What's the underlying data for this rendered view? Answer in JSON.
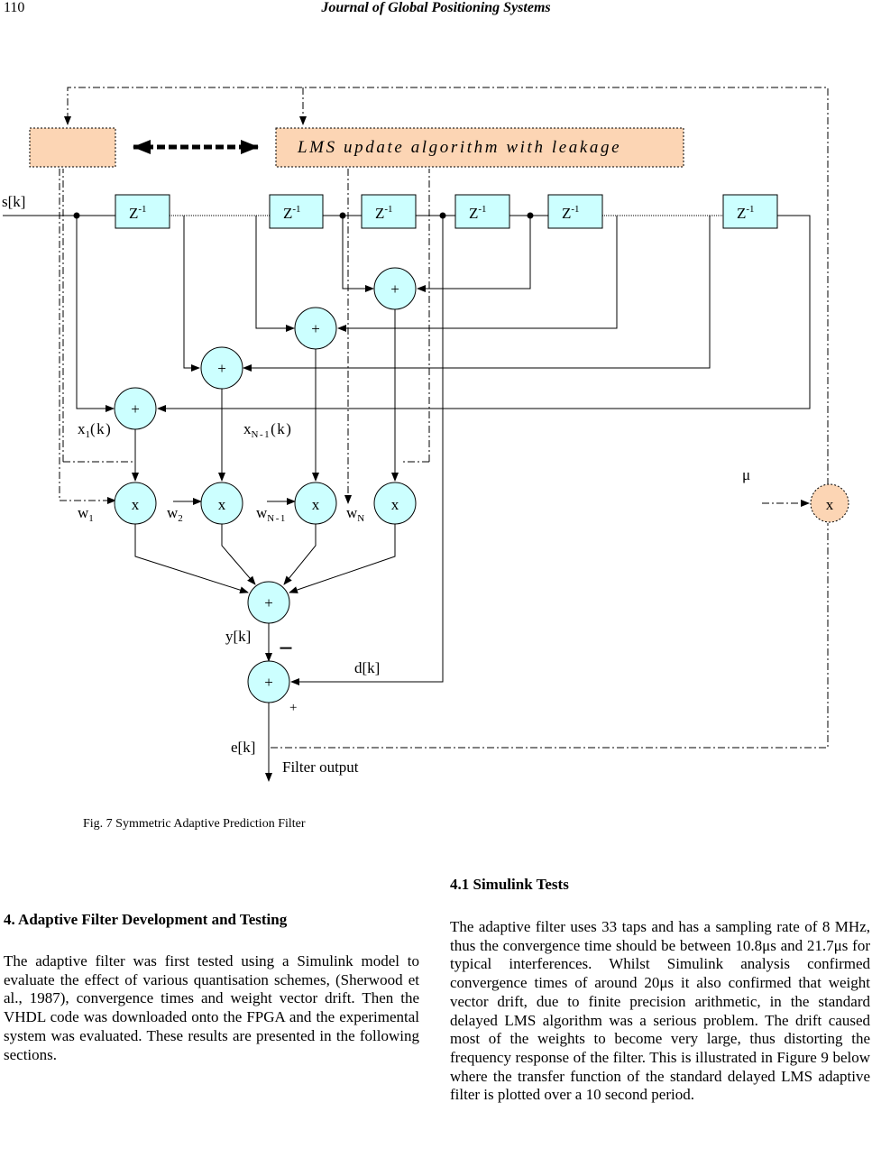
{
  "header": {
    "page_number": "110",
    "journal": "Journal of Global Positioning Systems"
  },
  "figure": {
    "lms_label": "LMS update algorithm with leakage",
    "delay": "Z",
    "delay_exp": "-1",
    "signal_in": "s[k]",
    "x1_base": "x",
    "x1_sub": "1",
    "x1_arg": "(k)",
    "xn1_base": "x",
    "xn1_sub": "N-1",
    "xn1_arg": "(k)",
    "w1_base": "w",
    "w1_sub": "1",
    "w2_base": "w",
    "w2_sub": "2",
    "wn1_base": "w",
    "wn1_sub": "N-1",
    "wn_base": "w",
    "wn_sub": "N",
    "mu": "μ",
    "plus": "+",
    "mult": "x",
    "minus": "−",
    "y": "y[k]",
    "d": "d[k]",
    "e": "e[k]",
    "filter_output": "Filter output",
    "colors": {
      "adder_fill": "#ccffff",
      "lms_fill": "#fcd5b4",
      "delay_fill": "#ccffff"
    }
  },
  "caption": "Fig. 7 Symmetric Adaptive Prediction Filter",
  "left": {
    "heading": "4. Adaptive Filter Development and Testing",
    "para": "The adaptive filter was first tested using a Simulink model to evaluate the effect of various quantisation schemes, (Sherwood et al., 1987), convergence times and weight vector drift. Then the VHDL code was downloaded onto the FPGA and the experimental system was evaluated. These results are presented in the following sections."
  },
  "right": {
    "heading": "4.1  Simulink Tests",
    "para": "The adaptive filter uses 33 taps and has a sampling rate of 8 MHz, thus the convergence time should be between 10.8μs and 21.7μs for typical interferences. Whilst Simulink analysis confirmed convergence times of around 20μs it also confirmed that weight vector drift, due to finite precision arithmetic, in the standard delayed LMS algorithm was a serious problem. The drift caused most of the weights to become very large, thus distorting the frequency response of the filter. This is illustrated in Figure 9 below where the transfer function of the standard delayed LMS adaptive filter is plotted over a 10 second period."
  }
}
